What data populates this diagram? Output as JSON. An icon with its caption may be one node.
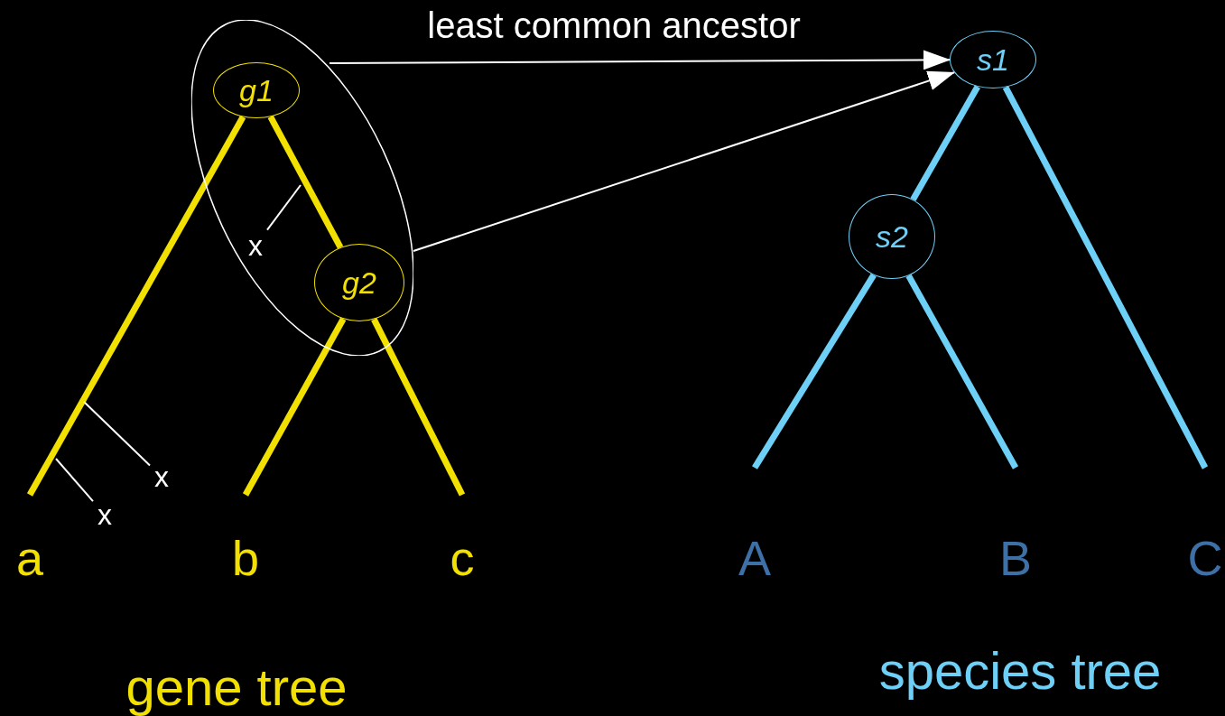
{
  "diagram": {
    "nodes": [
      {
        "text": [],
        "shape": "ellipse"
      },
      {
        "text": [
          "g1"
        ],
        "in": 0
      },
      {
        "text": [
          "g2"
        ],
        "in": 0
      },
      {
        "text": [
          "a"
        ]
      },
      {
        "text": [
          "b"
        ]
      },
      {
        "text": [
          "c"
        ]
      },
      {
        "text": [
          "s1"
        ]
      },
      {
        "text": [
          "s2"
        ]
      },
      {
        "text": [
          "A"
        ]
      },
      {
        "text": [
          "B"
        ]
      },
      {
        "text": [
          "C"
        ]
      },
      {
        "text": [
          "x"
        ],
        "in": 0
      },
      {
        "text": [
          "x"
        ]
      },
      {
        "text": [
          "x"
        ]
      }
    ],
    "edges": [
      {
        "from": 0,
        "to": 6,
        "arrow": "to",
        "label": "least common ancestor"
      },
      {
        "from": 0,
        "to": 6,
        "arrow": "to"
      },
      {
        "from": 1,
        "to": 3,
        "arrow": "none",
        "color": "#f2e000"
      },
      {
        "from": 1,
        "to": 2,
        "arrow": "none",
        "color": "#f2e000"
      },
      {
        "from": 2,
        "to": 4,
        "arrow": "none",
        "color": "#f2e000"
      },
      {
        "from": 2,
        "to": 5,
        "arrow": "none",
        "color": "#f2e000"
      },
      {
        "from": 6,
        "to": 7,
        "arrow": "none",
        "color": "#6fd0f7"
      },
      {
        "from": 6,
        "to": 10,
        "arrow": "none",
        "color": "#6fd0f7"
      },
      {
        "from": 7,
        "to": 8,
        "arrow": "none",
        "color": "#6fd0f7"
      },
      {
        "from": 7,
        "to": 9,
        "arrow": "none",
        "color": "#6fd0f7"
      },
      {
        "from": 11,
        "to": null,
        "arrow": "none"
      },
      {
        "from": 12,
        "to": null,
        "arrow": "none"
      },
      {
        "from": 13,
        "to": null,
        "arrow": "none"
      }
    ],
    "labels": [
      "gene tree",
      "species tree"
    ]
  }
}
